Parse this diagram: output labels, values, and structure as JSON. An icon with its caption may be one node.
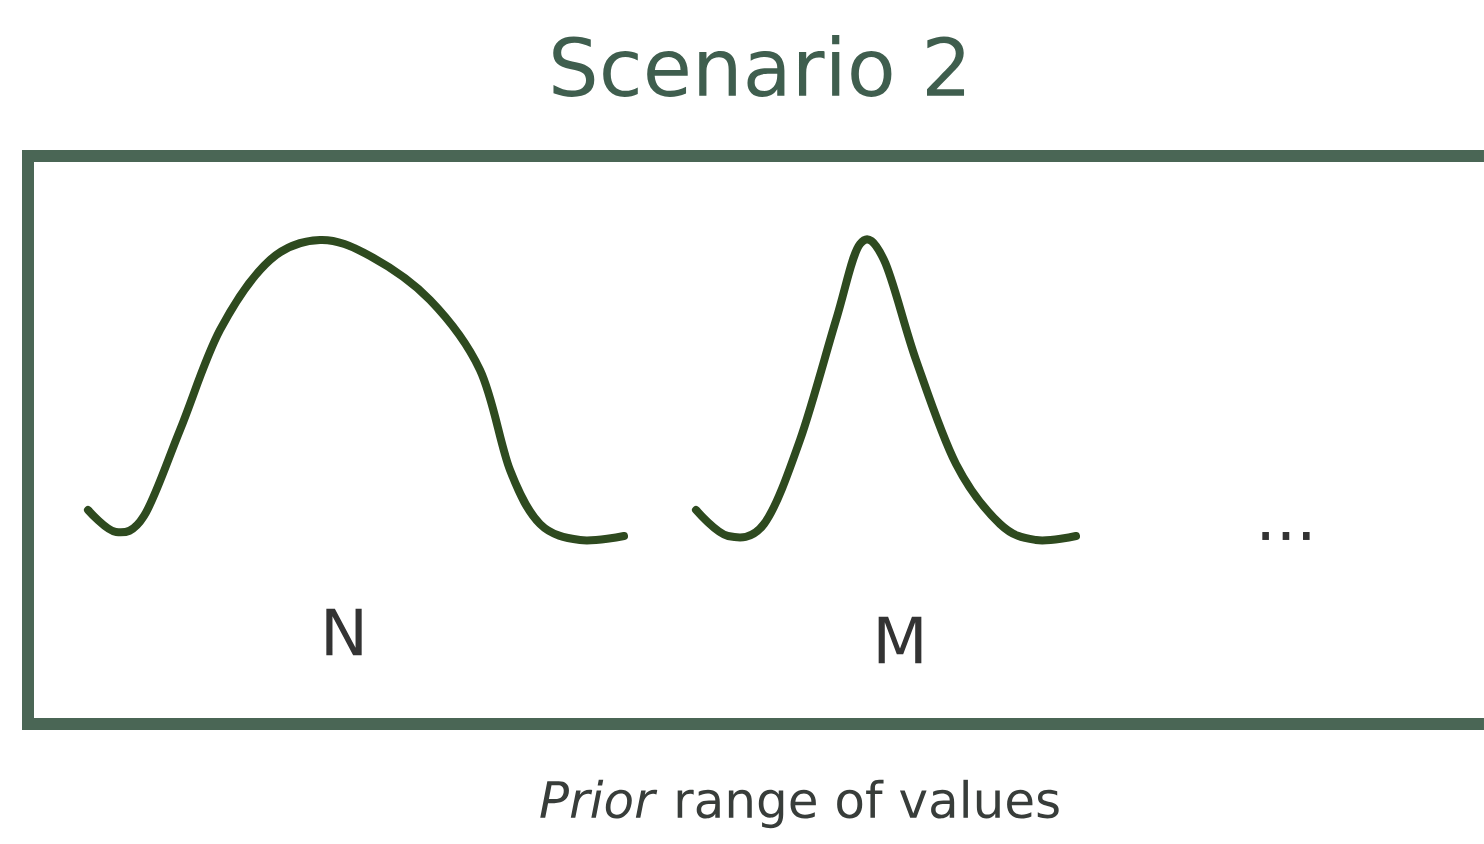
{
  "diagram": {
    "title": "Scenario 2",
    "caption": "*Prior* range of values",
    "labels": [
      "N",
      "M",
      "..."
    ]
  }
}
